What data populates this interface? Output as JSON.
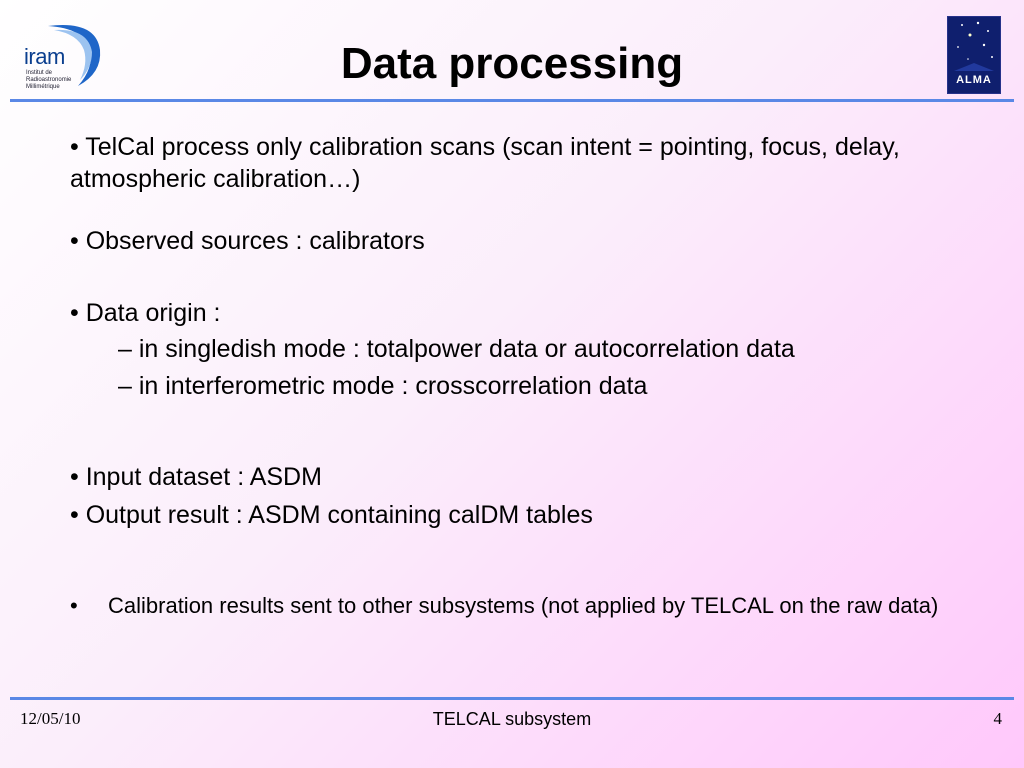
{
  "header": {
    "title": "Data processing",
    "logo_left": {
      "word": "iram",
      "sub1": "Institut de",
      "sub2": "Radioastronomie",
      "sub3": "Millimétrique"
    },
    "logo_right": {
      "word": "ALMA"
    }
  },
  "bullets": {
    "b1": "• TelCal process only calibration scans (scan intent = pointing, focus, delay, atmospheric calibration…)",
    "b2": "• Observed sources : calibrators",
    "b3": "• Data origin :",
    "b3_sub1": "– in singledish mode : totalpower data or autocorrelation data",
    "b3_sub2": "– in interferometric mode : crosscorrelation data",
    "b4": "• Input dataset : ASDM",
    "b5": "• Output result : ASDM containing calDM tables",
    "b6_marker": "•",
    "b6": "Calibration results sent to other subsystems (not applied by TELCAL on the raw data)"
  },
  "footer": {
    "date": "12/05/10",
    "center": "TELCAL subsystem",
    "page": "4"
  },
  "colors": {
    "rule": "#5a88e6",
    "iram_blue": "#0b3f8f",
    "alma_bg": "#0f1f6e"
  }
}
